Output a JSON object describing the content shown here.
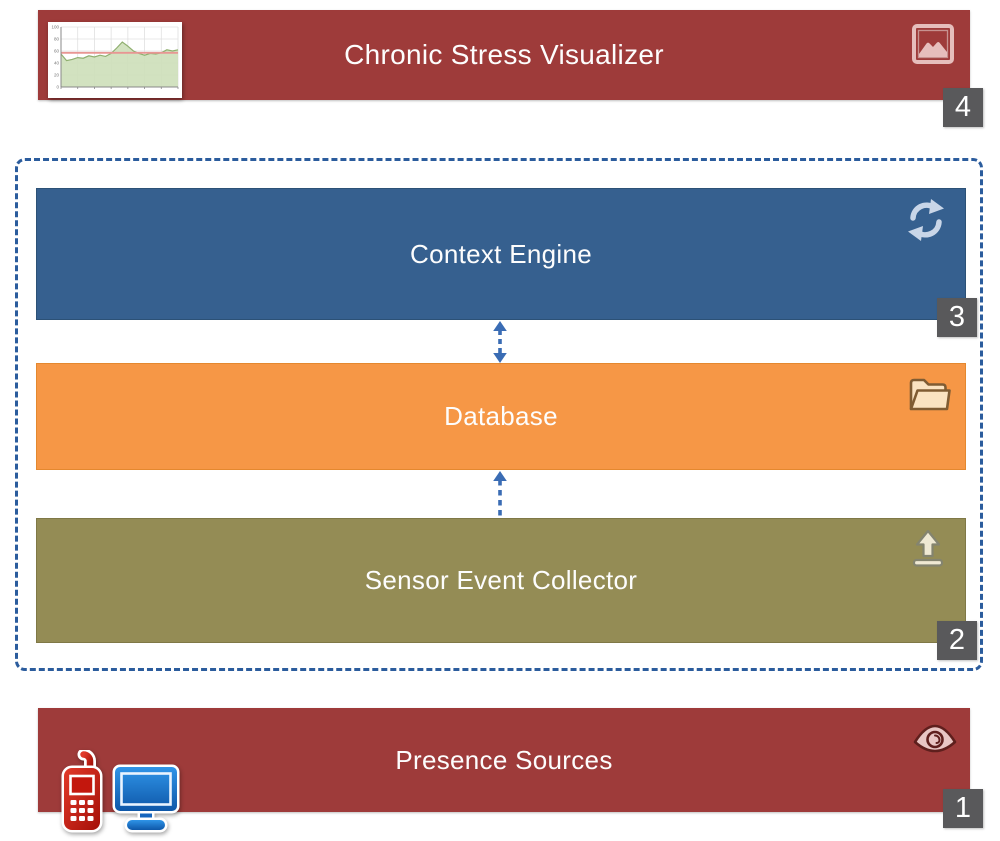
{
  "layers": {
    "visualizer": {
      "label": "Chronic Stress Visualizer",
      "badge": "4",
      "color": "#9E3B3A",
      "icon": "picture-icon"
    },
    "context_engine": {
      "label": "Context Engine",
      "badge": "3",
      "color": "#36608F",
      "icon": "sync-icon"
    },
    "database": {
      "label": "Database",
      "color": "#F69746",
      "icon": "open-folder-icon"
    },
    "sensor_event_collector": {
      "label": "Sensor Event Collector",
      "badge": "2",
      "color": "#948C55",
      "icon": "upload-icon"
    },
    "presence_sources": {
      "label": "Presence Sources",
      "badge": "1",
      "color": "#9E3B3A",
      "icon": "eye-icon",
      "device_icons": [
        "mobile-phone-icon",
        "desktop-monitor-icon"
      ]
    }
  },
  "group": {
    "contains": [
      "context_engine",
      "database",
      "sensor_event_collector"
    ],
    "border_style": "dashed",
    "border_color": "#2B5C9D"
  },
  "connectors": [
    {
      "from": "context_engine",
      "to": "database",
      "style": "dashed",
      "heads": "both"
    },
    {
      "from": "sensor_event_collector",
      "to": "database",
      "style": "dashed",
      "heads": "to"
    }
  ],
  "colors": {
    "dark_red": "#9E3B3A",
    "blue": "#36608F",
    "orange": "#F69746",
    "olive": "#948C55",
    "badge_gray": "#59595B",
    "dashed_border_blue": "#2B5C9D",
    "arrow_blue": "#3A6CB4",
    "label_text": "#FDFDFD"
  },
  "chart_data": {
    "type": "area",
    "title": "",
    "xlabel": "",
    "ylabel": "",
    "ylim": [
      0,
      100
    ],
    "y_ticks": [
      0,
      20,
      40,
      60,
      80,
      100
    ],
    "grid": true,
    "values": [
      55,
      44,
      46,
      49,
      48,
      52,
      50,
      53,
      51,
      56,
      65,
      75,
      68,
      60,
      56,
      53,
      56,
      55,
      57,
      62,
      60,
      62
    ],
    "threshold": 57,
    "area_color": "#CDDFB9",
    "line_color": "#8FAF6F",
    "threshold_color": "#E89693",
    "legend": []
  }
}
